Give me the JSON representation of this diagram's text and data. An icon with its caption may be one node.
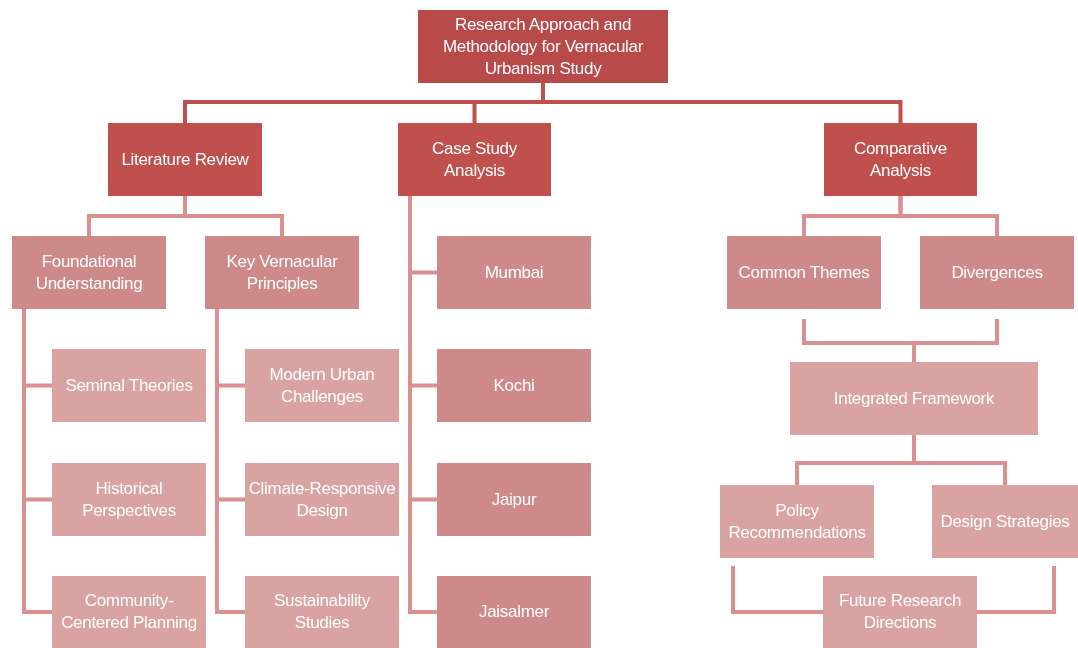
{
  "diagram": {
    "nodes": [
      {
        "text": [
          "Research Approach and Methodology for Vernacular Urbanism Study"
        ]
      },
      {
        "text": [
          "Literature Review"
        ]
      },
      {
        "text": [
          "Case Study Analysis"
        ]
      },
      {
        "text": [
          "Comparative Analysis"
        ]
      },
      {
        "text": [
          "Foundational Understanding"
        ]
      },
      {
        "text": [
          "Key Vernacular Principles"
        ]
      },
      {
        "text": [
          "Seminal Theories"
        ]
      },
      {
        "text": [
          "Historical Perspectives"
        ]
      },
      {
        "text": [
          "Community-Centered Planning"
        ]
      },
      {
        "text": [
          "Modern Urban Challenges"
        ]
      },
      {
        "text": [
          "Climate-Responsive Design"
        ]
      },
      {
        "text": [
          "Sustainability Studies"
        ]
      },
      {
        "text": [
          "Mumbai"
        ]
      },
      {
        "text": [
          "Kochi"
        ]
      },
      {
        "text": [
          "Jaipur"
        ]
      },
      {
        "text": [
          "Jaisalmer"
        ]
      },
      {
        "text": [
          "Common Themes"
        ]
      },
      {
        "text": [
          "Divergences"
        ]
      },
      {
        "text": [
          "Integrated Framework"
        ]
      },
      {
        "text": [
          "Policy Recommendations"
        ]
      },
      {
        "text": [
          "Design Strategies"
        ]
      },
      {
        "text": [
          "Future Research Directions"
        ]
      }
    ],
    "edges": [
      {
        "from": 0,
        "to": 1,
        "arrow": "none",
        "color": "#c0504d"
      },
      {
        "from": 0,
        "to": 2,
        "arrow": "none",
        "color": "#c0504d"
      },
      {
        "from": 0,
        "to": 3,
        "arrow": "none",
        "color": "#c0504d"
      },
      {
        "from": 1,
        "to": 4,
        "arrow": "none"
      },
      {
        "from": 1,
        "to": 5,
        "arrow": "none"
      },
      {
        "from": 4,
        "to": 6,
        "arrow": "none"
      },
      {
        "from": 4,
        "to": 7,
        "arrow": "none"
      },
      {
        "from": 4,
        "to": 8,
        "arrow": "none"
      },
      {
        "from": 5,
        "to": 9,
        "arrow": "none"
      },
      {
        "from": 5,
        "to": 10,
        "arrow": "none"
      },
      {
        "from": 5,
        "to": 11,
        "arrow": "none"
      },
      {
        "from": 2,
        "to": 12,
        "arrow": "none"
      },
      {
        "from": 2,
        "to": 13,
        "arrow": "none"
      },
      {
        "from": 2,
        "to": 14,
        "arrow": "none"
      },
      {
        "from": 2,
        "to": 15,
        "arrow": "none"
      },
      {
        "from": 3,
        "to": 16,
        "arrow": "none"
      },
      {
        "from": 3,
        "to": 17,
        "arrow": "none"
      },
      {
        "from": 16,
        "to": 18,
        "arrow": "none"
      },
      {
        "from": 17,
        "to": 18,
        "arrow": "none"
      },
      {
        "from": 18,
        "to": 19,
        "arrow": "none"
      },
      {
        "from": 18,
        "to": 20,
        "arrow": "none"
      },
      {
        "from": 19,
        "to": 21,
        "arrow": "none"
      },
      {
        "from": 20,
        "to": 21,
        "arrow": "none"
      }
    ]
  }
}
